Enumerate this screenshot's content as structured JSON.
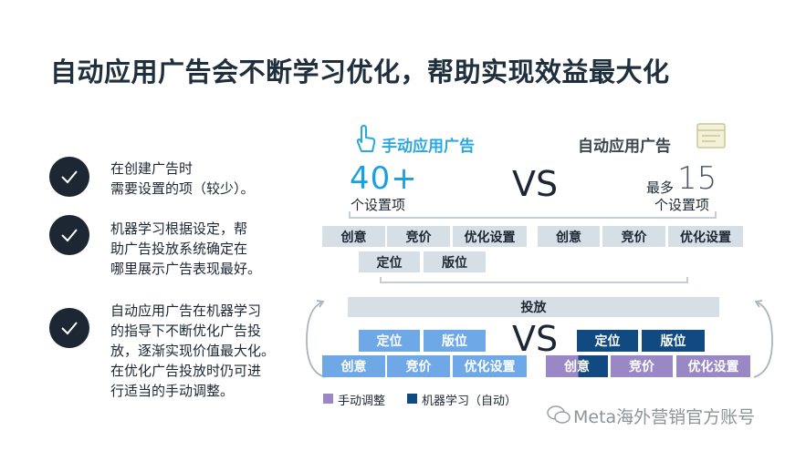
{
  "title": "自动应用广告会不断学习优化，帮助实现效益最大化",
  "bullets": [
    {
      "text": "在创建广告时\n需要设置的项（较少）。"
    },
    {
      "text": "机器学习根据设定，帮\n助广告投放系统确定在\n哪里展示广告表现最好。"
    },
    {
      "text": "自动应用广告在机器学习\n的指导下不断优化广告投\n放，逐渐实现价值最大化。\n在优化广告投放时仍可进\n行适当的手动调整。"
    }
  ],
  "manual": {
    "label": "手动应用广告",
    "count": "40+",
    "count_label": "个设置项"
  },
  "auto": {
    "label": "自动应用广告",
    "prefix": "最多",
    "count": "15",
    "count_label": "个设置项"
  },
  "vs": "VS",
  "top_left_row": [
    "创意",
    "竞价",
    "优化设置"
  ],
  "top_left_row2": [
    "定位",
    "版位"
  ],
  "top_right_row": [
    "创意",
    "竞价",
    "优化设置"
  ],
  "launch": "投放",
  "bottom_left_row1": [
    "定位",
    "版位"
  ],
  "bottom_left_row2": [
    "创意",
    "竞价",
    "优化设置"
  ],
  "bottom_right_row1": [
    "定位",
    "版位"
  ],
  "bottom_right_row2": [
    "创意",
    "竞价",
    "优化设置"
  ],
  "legend": {
    "manual": "手动调整",
    "ml": "机器学习（自动）"
  },
  "watermark": "Meta海外营销官方账号",
  "colors": {
    "manual_accent": "#2aa7e0",
    "manual_adjust": "#9a88c6",
    "machine_learning": "#114a80",
    "light_blue": "#6fa8e6",
    "gray_cell": "#d6dee6"
  }
}
